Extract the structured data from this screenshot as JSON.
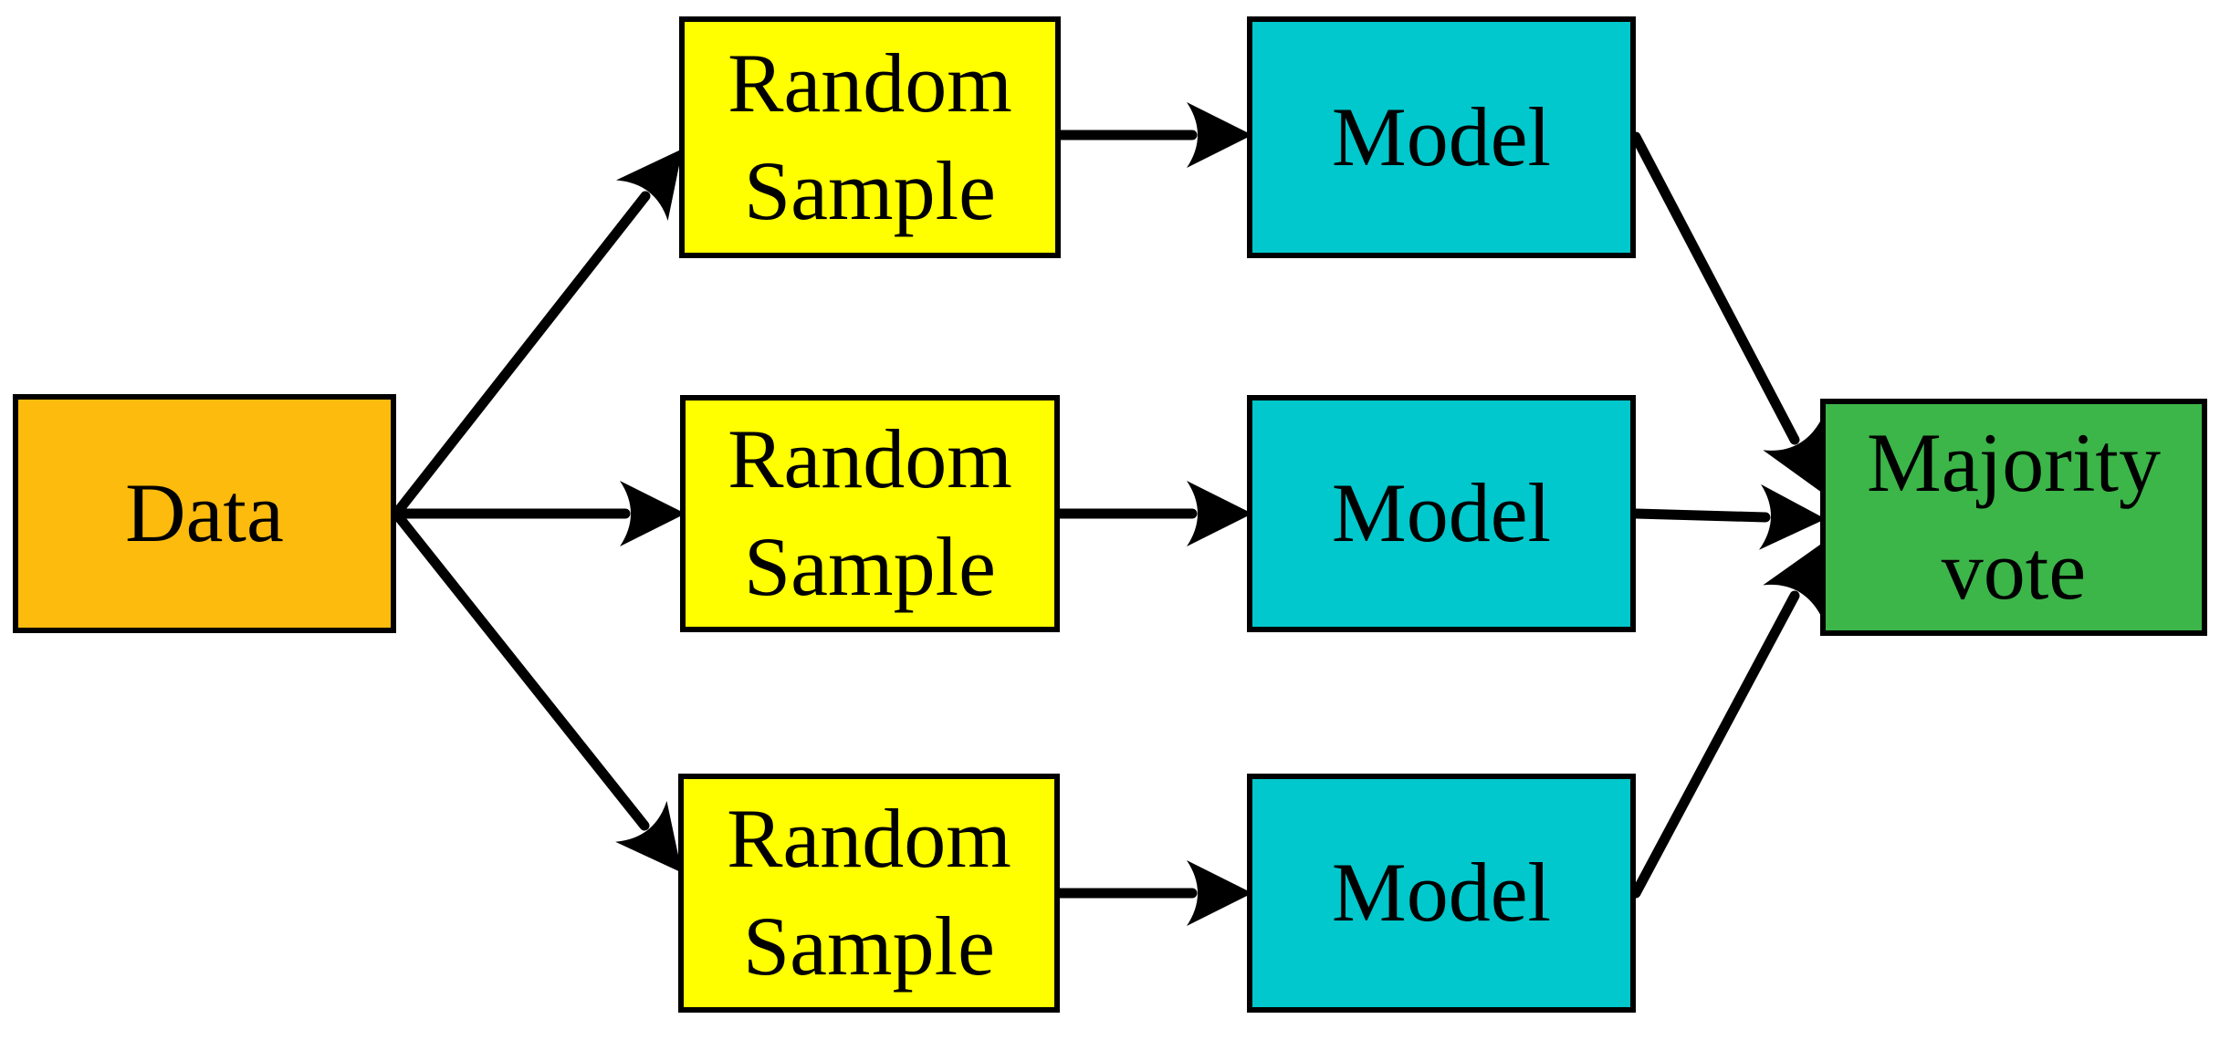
{
  "diagram": {
    "description": "Bagging ensemble flow diagram",
    "background_color": "#FFFFFF",
    "line_color": "#000000",
    "text_color": "#000000",
    "nodes": [
      {
        "id": "data",
        "label": "Data",
        "color": "#FCBB0D"
      },
      {
        "id": "random-sample-1",
        "label": "Random Sample",
        "color": "#FFFF00"
      },
      {
        "id": "random-sample-2",
        "label": "Random Sample",
        "color": "#FFFF00"
      },
      {
        "id": "random-sample-3",
        "label": "Random Sample",
        "color": "#FFFF00"
      },
      {
        "id": "model-1",
        "label": "Model",
        "color": "#00C8CC"
      },
      {
        "id": "model-2",
        "label": "Model",
        "color": "#00C8CC"
      },
      {
        "id": "model-3",
        "label": "Model",
        "color": "#3CB549"
      },
      {
        "id": "majority-vote",
        "label": "Majority vote",
        "color": "#3CB549"
      }
    ],
    "edges": [
      {
        "from": "data",
        "to": "random-sample-1"
      },
      {
        "from": "data",
        "to": "random-sample-2"
      },
      {
        "from": "data",
        "to": "random-sample-3"
      },
      {
        "from": "random-sample-1",
        "to": "model-1"
      },
      {
        "from": "random-sample-2",
        "to": "model-2"
      },
      {
        "from": "random-sample-3",
        "to": "model-3"
      },
      {
        "from": "model-1",
        "to": "majority-vote"
      },
      {
        "from": "model-2",
        "to": "majority-vote"
      },
      {
        "from": "model-3",
        "to": "majority-vote"
      }
    ]
  }
}
